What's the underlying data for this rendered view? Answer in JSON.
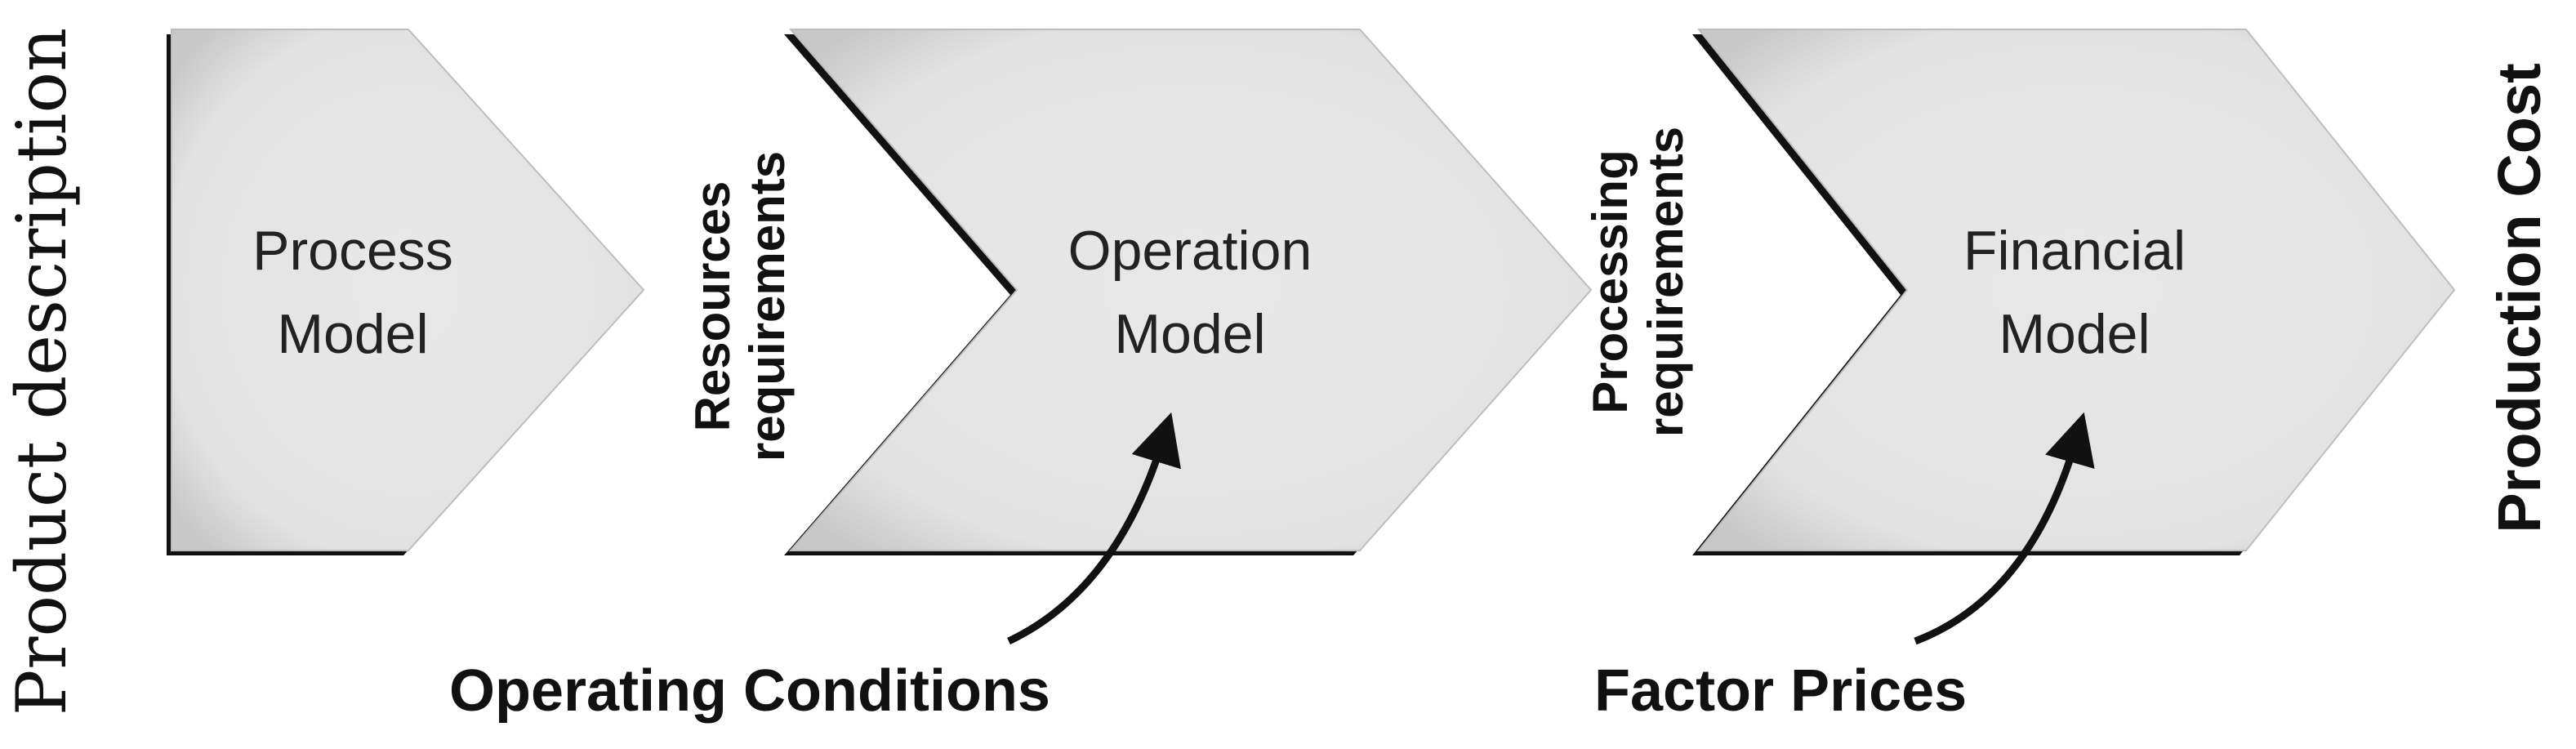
{
  "input_label": "Product description",
  "output_label": "Production Cost",
  "blocks": [
    {
      "line1": "Process",
      "line2": "Model"
    },
    {
      "line1": "Operation",
      "line2": "Model"
    },
    {
      "line1": "Financial",
      "line2": "Model"
    }
  ],
  "connectors": [
    {
      "line1": "Resources",
      "line2": "requirements"
    },
    {
      "line1": "Processing",
      "line2": "requirements"
    }
  ],
  "external_inputs": [
    {
      "label": "Operating Conditions",
      "target": "Operation Model"
    },
    {
      "label": "Factor Prices",
      "target": "Financial Model"
    }
  ],
  "colors": {
    "block_fill": "#e6e6e6",
    "block_edge": "#111111",
    "text": "#111111"
  }
}
